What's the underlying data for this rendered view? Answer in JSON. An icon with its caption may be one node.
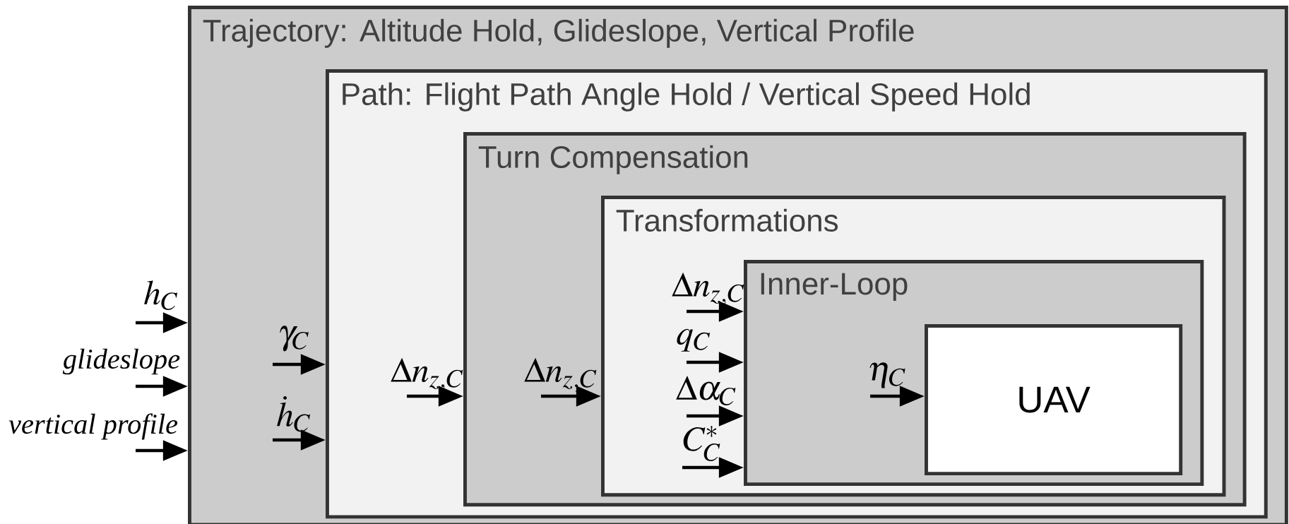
{
  "diagram": {
    "nodes": [
      {
        "text": [
          "Trajectory: Altitude Hold, Glideslope, Vertical Profile"
        ]
      },
      {
        "text": [
          "Path: Flight Path Angle Hold / Vertical Speed Hold"
        ],
        "in": 0
      },
      {
        "text": [
          "Turn Compensation"
        ],
        "in": 1
      },
      {
        "text": [
          "Transformations"
        ],
        "in": 2
      },
      {
        "text": [
          "Inner-Loop"
        ],
        "in": 3
      },
      {
        "text": [
          "UAV"
        ],
        "in": 4
      }
    ],
    "edges": [
      {
        "from": null,
        "to": 0,
        "arrow": "to",
        "label": "h_C"
      },
      {
        "from": null,
        "to": 0,
        "arrow": "to",
        "label": "glideslope"
      },
      {
        "from": null,
        "to": 0,
        "arrow": "to",
        "label": "vertical profile"
      },
      {
        "from": null,
        "to": 1,
        "arrow": "to",
        "label": "\\gamma_C"
      },
      {
        "from": null,
        "to": 1,
        "arrow": "to",
        "label": "\\dot{h}_C"
      },
      {
        "from": null,
        "to": 2,
        "arrow": "to",
        "label": "\\Delta n_{z,C}"
      },
      {
        "from": null,
        "to": 3,
        "arrow": "to",
        "label": "\\Delta n_{z,C}"
      },
      {
        "from": null,
        "to": 4,
        "arrow": "to",
        "label": "\\Delta n_{z,C}"
      },
      {
        "from": null,
        "to": 4,
        "arrow": "to",
        "label": "q_C"
      },
      {
        "from": null,
        "to": 4,
        "arrow": "to",
        "label": "\\Delta\\alpha_C"
      },
      {
        "from": null,
        "to": 4,
        "arrow": "to",
        "label": "C_C^*"
      },
      {
        "from": null,
        "to": 5,
        "arrow": "to",
        "label": "\\eta_C"
      }
    ]
  }
}
